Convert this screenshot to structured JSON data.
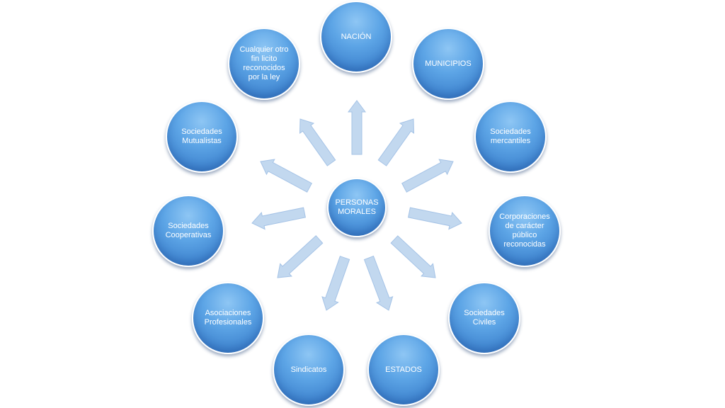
{
  "center": {
    "label": "PERSONAS MORALES"
  },
  "nodes": [
    {
      "id": "nacion",
      "label": "NACIÓN"
    },
    {
      "id": "municipios",
      "label": "MUNICIPIOS"
    },
    {
      "id": "sociedades-mercantiles",
      "label": "Sociedades mercantiles"
    },
    {
      "id": "corporaciones",
      "label": "Corporaciones de carácter público reconocidas"
    },
    {
      "id": "sociedades-civiles",
      "label": "Sociedades Civiles"
    },
    {
      "id": "estados",
      "label": "ESTADOS"
    },
    {
      "id": "sindicatos",
      "label": "Sindicatos"
    },
    {
      "id": "asociaciones-profesionales",
      "label": "Asociaciones Profesionales"
    },
    {
      "id": "sociedades-cooperativas",
      "label": "Sociedades Cooperativas"
    },
    {
      "id": "sociedades-mutualistas",
      "label": "Sociedades Mutualistas"
    },
    {
      "id": "cualquier-otro-fin",
      "label": "Cualquier otro fin licito reconocidos por la ley"
    }
  ],
  "colors": {
    "node_fill": "#4a90dc",
    "node_border": "#ffffff",
    "arrow_fill": "#bcd4ee",
    "arrow_stroke": "#9cbde4",
    "text": "#ffffff"
  }
}
